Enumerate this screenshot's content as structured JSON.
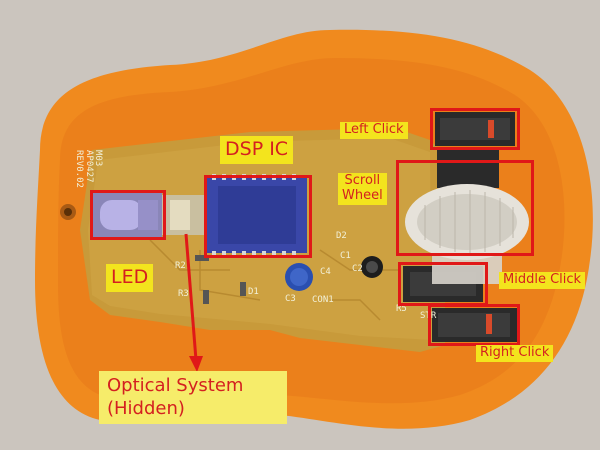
{
  "labels": {
    "left_click": "Left Click",
    "dsp_ic": "DSP IC",
    "scroll_wheel_line1": "Scroll",
    "scroll_wheel_line2": "Wheel",
    "led": "LED",
    "middle_click": "Middle Click",
    "right_click": "Right Click",
    "optical_system_line1": "Optical System",
    "optical_system_line2": "(Hidden)"
  },
  "pcb_silkscreen": {
    "line1": "M03",
    "line2": "AP0427",
    "line3": "REV0.02",
    "refs": [
      "R2",
      "R3",
      "D1",
      "C3",
      "C4",
      "C1",
      "C2",
      "D2",
      "CON1",
      "R5",
      "STR"
    ]
  },
  "colors": {
    "label_background": "#f3e41d",
    "label_text": "#d42020",
    "highlight_box": "#e01818",
    "arrow": "#e01818",
    "housing": "#f08a1e",
    "pcb": "#c89a3a"
  }
}
